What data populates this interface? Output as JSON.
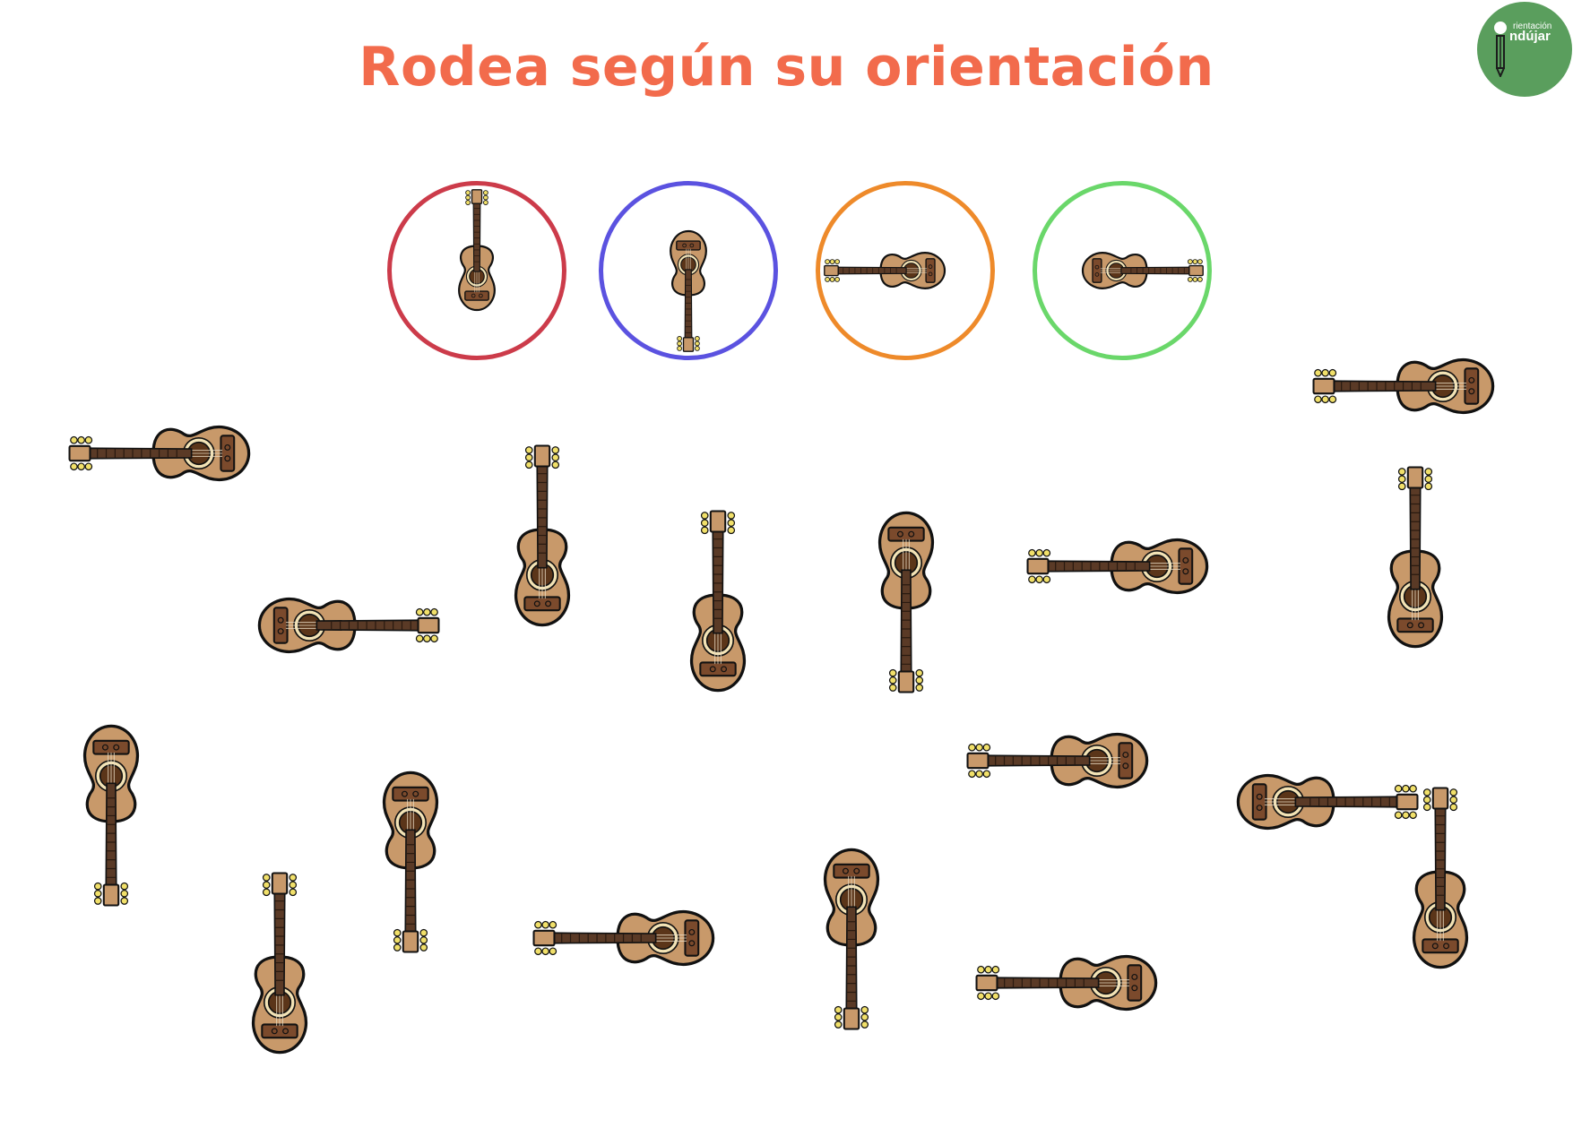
{
  "title": "Rodea según su orientación",
  "logo": {
    "line1": "rientación",
    "line2": "ndújar"
  },
  "colors": {
    "title": "#f26b4c",
    "logo": "#5a9e5d",
    "guitar_body": "#c8996a",
    "guitar_outline": "#111111",
    "neck": "#5a3a26",
    "soundhole": "#5b3519",
    "rosette": "#f3e3b5",
    "tuning_pegs": "#f1e06a"
  },
  "icons": {
    "guitar": "guitar-icon"
  },
  "legend": [
    {
      "orientation": "up",
      "color": "#cc3b4a"
    },
    {
      "orientation": "down",
      "color": "#5b52e0"
    },
    {
      "orientation": "left",
      "color": "#ee8a2a"
    },
    {
      "orientation": "right",
      "color": "#6ad76a"
    }
  ],
  "guitars": [
    {
      "orientation": "left"
    },
    {
      "orientation": "right"
    },
    {
      "orientation": "up"
    },
    {
      "orientation": "up"
    },
    {
      "orientation": "down"
    },
    {
      "orientation": "left"
    },
    {
      "orientation": "left"
    },
    {
      "orientation": "up"
    },
    {
      "orientation": "down"
    },
    {
      "orientation": "left"
    },
    {
      "orientation": "right"
    },
    {
      "orientation": "down"
    },
    {
      "orientation": "left"
    },
    {
      "orientation": "down"
    },
    {
      "orientation": "up"
    },
    {
      "orientation": "left"
    },
    {
      "orientation": "up"
    }
  ]
}
